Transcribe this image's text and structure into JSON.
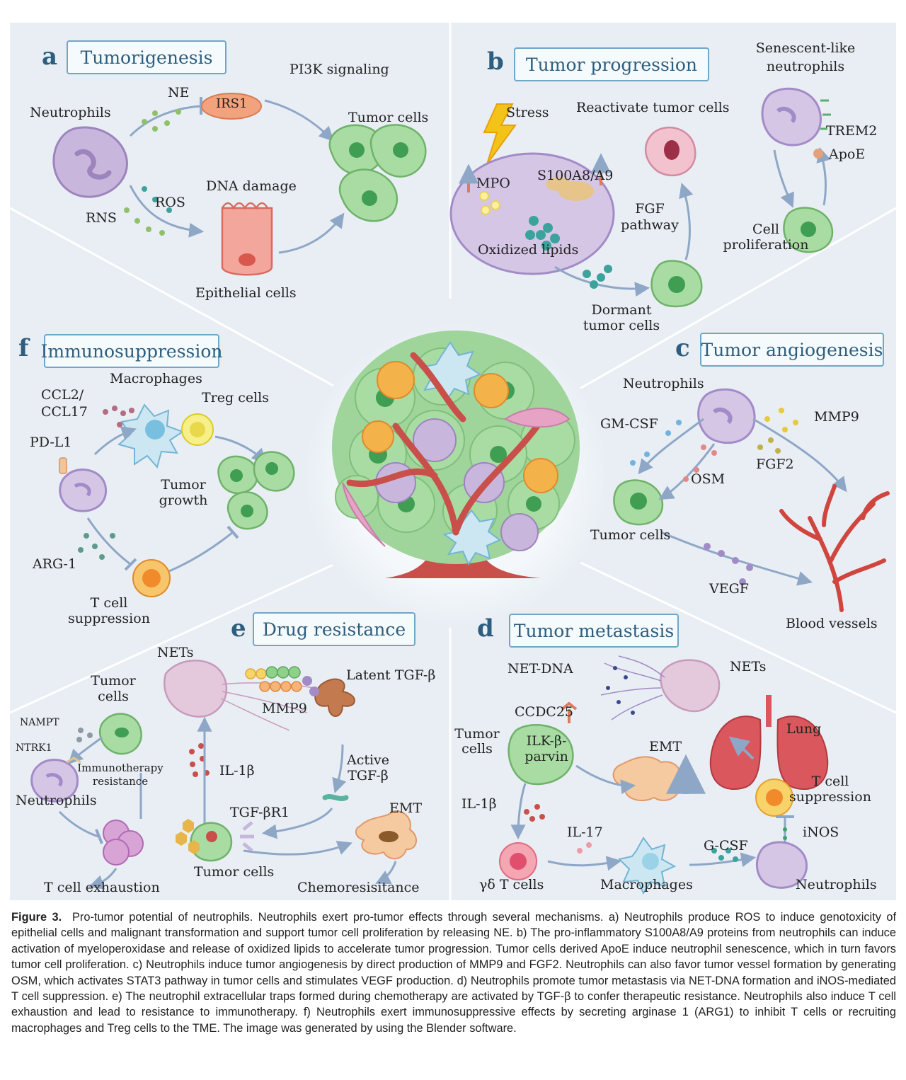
{
  "panels": {
    "a": {
      "letter": "a",
      "title": "Tumorigenesis",
      "labels": {
        "neutrophils": "Neutrophils",
        "ne": "NE",
        "irs1": "IRS1",
        "pi3k": "PI3K signaling",
        "tumor_cells": "Tumor cells",
        "dna_damage": "DNA damage",
        "ros": "ROS",
        "rns": "RNS",
        "epithelial": "Epithelial cells"
      }
    },
    "b": {
      "letter": "b",
      "title": "Tumor progression",
      "labels": {
        "stress": "Stress",
        "reactivate": "Reactivate tumor cells",
        "senescent_1": "Senescent-like",
        "senescent_2": "neutrophils",
        "trem2": "TREM2",
        "apoe": "ApoE",
        "mpo": "MPO",
        "s100": "S100A8/A9",
        "fgf_1": "FGF",
        "fgf_2": "pathway",
        "oxidized": "Oxidized lipids",
        "cell_1": "Cell",
        "cell_2": "proliferation",
        "dormant_1": "Dormant",
        "dormant_2": "tumor cells"
      }
    },
    "c": {
      "letter": "c",
      "title": "Tumor angiogenesis",
      "labels": {
        "neutrophils": "Neutrophils",
        "gmcsf": "GM-CSF",
        "mmp9": "MMP9",
        "fgf2": "FGF2",
        "osm": "OSM",
        "tumor_cells": "Tumor cells",
        "vegf": "VEGF",
        "blood_vessels": "Blood vessels"
      }
    },
    "d": {
      "letter": "d",
      "title": "Tumor metastasis",
      "labels": {
        "net_dna": "NET-DNA",
        "nets": "NETs",
        "ccdc25": "CCDC25",
        "tumor_1": "Tumor",
        "tumor_2": "cells",
        "ilk_1": "ILK-β-",
        "ilk_2": "parvin",
        "emt": "EMT",
        "lung": "Lung",
        "il1b": "IL-1β",
        "tcell_1": "T cell",
        "tcell_2": "suppression",
        "il17": "IL-17",
        "inos": "iNOS",
        "gcsf": "G-CSF",
        "gd": "γδ T cells",
        "macrophages": "Macrophages",
        "neutrophils": "Neutrophils"
      }
    },
    "e": {
      "letter": "e",
      "title": "Drug resistance",
      "labels": {
        "nets": "NETs",
        "latent": "Latent TGF-β",
        "tumor_1": "Tumor",
        "tumor_2": "cells",
        "mmp9": "MMP9",
        "nampt": "NAMPT",
        "ntrk1": "NTRK1",
        "immuno_1": "Immunotherapy",
        "immuno_2": "resistance",
        "il1b": "IL-1β",
        "active_1": "Active",
        "active_2": "TGF-β",
        "neutrophils": "Neutrophils",
        "tgfbr1": "TGF-βR1",
        "emt": "EMT",
        "tumor_cells": "Tumor cells",
        "exhaustion": "T cell exhaustion",
        "chemo": "Chemoresisitance"
      }
    },
    "f": {
      "letter": "f",
      "title": "Immunosuppression",
      "labels": {
        "macrophages": "Macrophages",
        "ccl2": "CCL2/",
        "ccl17": "CCL17",
        "treg": "Treg cells",
        "pdl1": "PD-L1",
        "tumor_1": "Tumor",
        "tumor_2": "growth",
        "arg1": "ARG-1",
        "tcell_1": "T cell",
        "tcell_2": "suppression"
      }
    }
  },
  "caption": {
    "label": "Figure 3.",
    "text": "Pro-tumor potential of neutrophils. Neutrophils exert pro-tumor effects through several mechanisms. a) Neutrophils produce ROS to induce genotoxicity of epithelial cells and malignant transformation and support tumor cell proliferation by releasing NE. b) The pro-inflammatory S100A8/A9 proteins from neutrophils can induce activation of myeloperoxidase and release of oxidized lipids to accelerate tumor progression. Tumor cells derived ApoE induce neutrophil senescence, which in turn favors tumor cell proliferation. c) Neutrophils induce tumor angiogenesis by direct production of MMP9 and FGF2. Neutrophils can also favor tumor vessel formation by generating OSM, which activates STAT3 pathway in tumor cells and stimulates VEGF production. d) Neutrophils promote tumor metastasis via NET-DNA formation and iNOS-mediated T cell suppression. e) The neutrophil extracellular traps formed during chemotherapy are activated by TGF-β to confer therapeutic resistance. Neutrophils also induce T cell exhaustion and lead to resistance to immunotherapy. f) Neutrophils exert immunosuppressive effects by secreting arginase 1 (ARG1) to inhibit T cells or recruiting macrophages and Treg cells to the TME. The image was generated by using the Blender software."
  },
  "colors": {
    "panel_bg": "#e8eef4",
    "title": "#2e5e7e",
    "box_border": "#6fa7c6",
    "arrow": "#8fa7c6",
    "tumor_cell": "#a9dca3",
    "neutrophil": "#c9b6dc",
    "vessel": "#c9504a"
  }
}
